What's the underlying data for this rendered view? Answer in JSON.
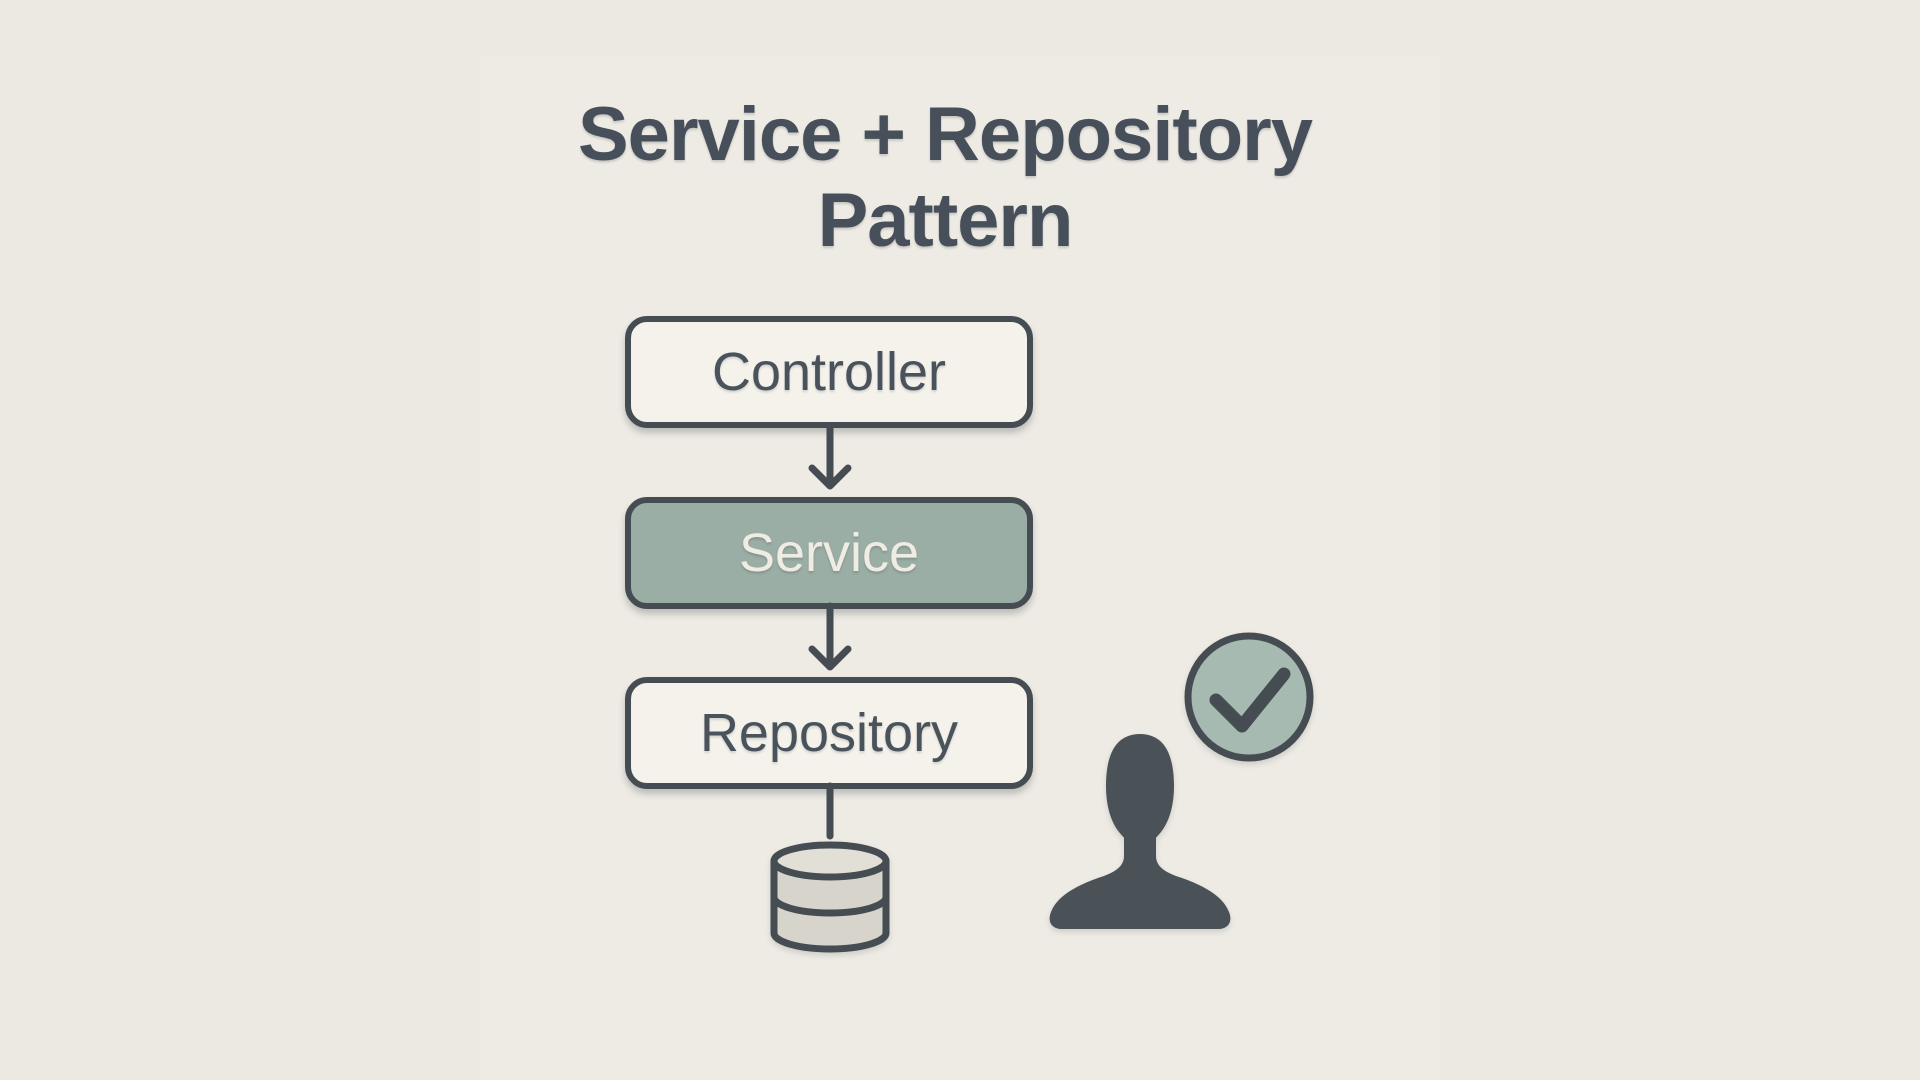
{
  "title": {
    "line1": "Service + Repository",
    "line2": "Pattern"
  },
  "diagram": {
    "nodes": [
      {
        "id": "controller",
        "label": "Controller",
        "variant": "light"
      },
      {
        "id": "service",
        "label": "Service",
        "variant": "accent"
      },
      {
        "id": "repository",
        "label": "Repository",
        "variant": "light"
      }
    ],
    "connections": [
      {
        "from": "controller",
        "to": "service",
        "style": "arrow"
      },
      {
        "from": "service",
        "to": "repository",
        "style": "arrow"
      },
      {
        "from": "repository",
        "to": "database",
        "style": "line"
      }
    ],
    "icons": [
      {
        "name": "database-cylinder-icon"
      },
      {
        "name": "user-silhouette-icon"
      },
      {
        "name": "check-circle-icon"
      }
    ]
  },
  "colors": {
    "background": "#ECE9E2",
    "panel": "#F0EDE5",
    "ink": "#454D52",
    "title": "#47505A",
    "box_fill": "#F4F2EB",
    "accent_fill": "#9BAEA5",
    "accent_text": "#EFECE3",
    "cylinder_body": "#D7D4CB",
    "cylinder_top": "#E2DFD6",
    "silhouette": "#4A5257",
    "check_fill": "#A7BAB1"
  }
}
